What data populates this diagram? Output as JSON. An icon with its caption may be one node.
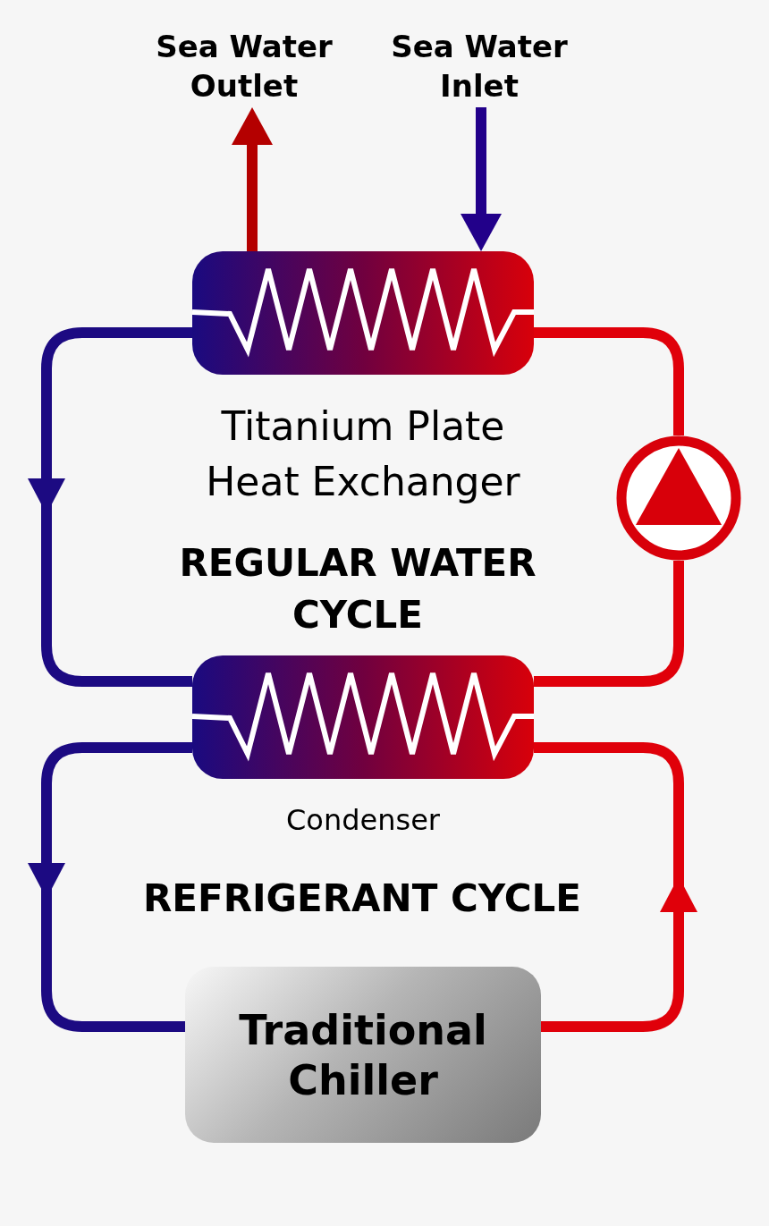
{
  "diagram": {
    "nodes": [
      {
        "text": [
          "Sea Water Outlet"
        ]
      },
      {
        "text": [
          "Sea Water Inlet"
        ]
      },
      {
        "text": [
          "Titanium Plate Heat Exchanger"
        ]
      },
      {
        "text": [],
        "shape": "circle"
      },
      {
        "text": [
          "Condenser"
        ]
      },
      {
        "text": [
          "Traditional Chiller"
        ]
      }
    ],
    "edges": [
      {
        "from": 2,
        "to": 0,
        "arrow": "to",
        "color": "#b40000"
      },
      {
        "from": 1,
        "to": 2,
        "arrow": "to",
        "color": "#22008a"
      },
      {
        "from": 2,
        "to": 4,
        "arrow": "to",
        "color": "#1c0a82"
      },
      {
        "from": 4,
        "to": 3,
        "arrow": "none",
        "color": "#e0000a"
      },
      {
        "from": 3,
        "to": 2,
        "arrow": "none",
        "color": "#e0000a"
      },
      {
        "from": 4,
        "to": 5,
        "arrow": "to",
        "color": "#1c0a82"
      },
      {
        "from": 5,
        "to": 4,
        "arrow": "to",
        "color": "#e0000a"
      }
    ],
    "labels": [
      "REGULAR WATER CYCLE",
      "REFRIGERANT CYCLE"
    ]
  }
}
